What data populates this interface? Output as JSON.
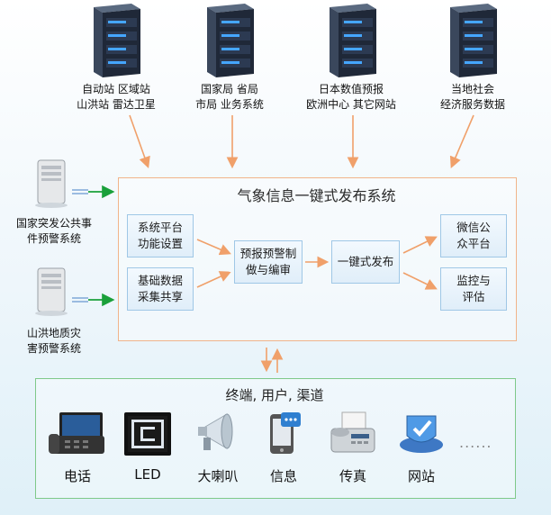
{
  "title": "气象信息一键式发布系统",
  "sources": [
    {
      "line1": "自动站  区域站",
      "line2": "山洪站  雷达卫星"
    },
    {
      "line1": "国家局  省局",
      "line2": "市局  业务系统"
    },
    {
      "line1": "日本数值预报",
      "line2": "欧洲中心  其它网站"
    },
    {
      "line1": "当地社会",
      "line2": "经济服务数据"
    }
  ],
  "external": [
    {
      "line1": "国家突发公共事",
      "line2": "件预警系统"
    },
    {
      "line1": "山洪地质灾",
      "line2": "害预警系统"
    }
  ],
  "modules": {
    "platform": {
      "line1": "系统平台",
      "line2": "功能设置"
    },
    "collect": {
      "line1": "基础数据",
      "line2": "采集共享"
    },
    "forecast": {
      "line1": "预报预警制",
      "line2": "做与编审"
    },
    "publish": "一键式发布",
    "wechat": {
      "line1": "微信公",
      "line2": "众平台"
    },
    "monitor": {
      "line1": "监控与",
      "line2": "评估"
    }
  },
  "terminals_title": "终端, 用户, 渠道",
  "devices": [
    {
      "label": "电话",
      "icon": "phone-icon"
    },
    {
      "label": "LED",
      "icon": "led-icon"
    },
    {
      "label": "大喇叭",
      "icon": "loudspeaker-icon"
    },
    {
      "label": "信息",
      "icon": "sms-icon"
    },
    {
      "label": "传真",
      "icon": "fax-icon"
    },
    {
      "label": "网站",
      "icon": "website-icon"
    }
  ],
  "more": "......",
  "colors": {
    "orange_arrow": "#f0a06a",
    "green_arrow": "#1aa03a",
    "box_border": "#9fc7e6",
    "panel_border": "#f1b48a",
    "terminal_border": "#7fc98a"
  }
}
